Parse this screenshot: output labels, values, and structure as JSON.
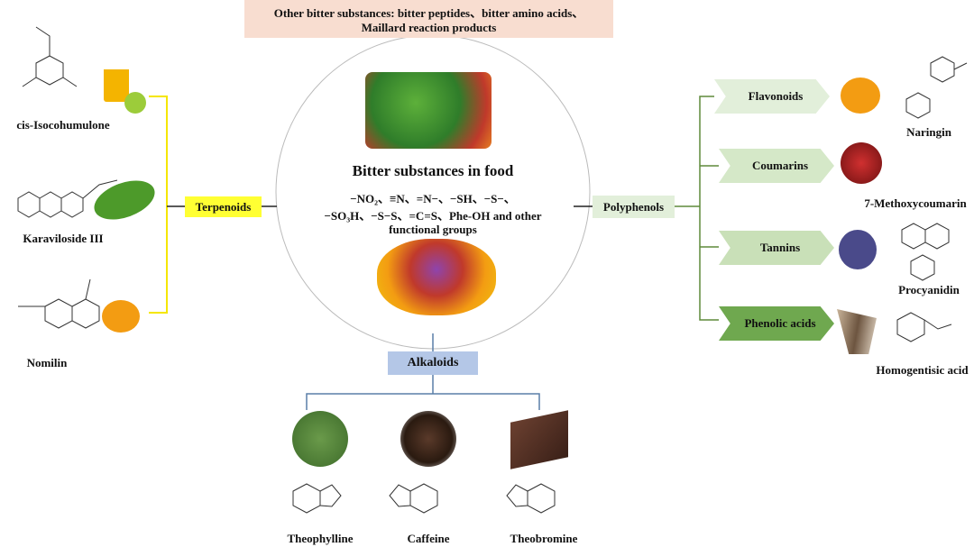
{
  "top_note": {
    "line1": "Other bitter substances: bitter peptides、bitter amino acids、",
    "line2": "Maillard reaction products"
  },
  "center": {
    "title": "Bitter substances in food",
    "groups_line1": "−NO₂、≡N、=N−、−SH、−S−、",
    "groups_line2": "−SO₃H、−S−S、=C=S、Phe-OH and other",
    "groups_line3": "functional groups"
  },
  "terpenoids": {
    "label": "Terpenoids",
    "compounds": [
      "cis-Isocohumulone",
      "Karaviloside III",
      "Nomilin"
    ]
  },
  "polyphenols": {
    "label": "Polyphenols",
    "classes": [
      {
        "label": "Flavonoids",
        "compound": "Naringin"
      },
      {
        "label": "Coumarins",
        "compound": "7-Methoxycoumarin"
      },
      {
        "label": "Tannins",
        "compound": "Procyanidin"
      },
      {
        "label": "Phenolic acids",
        "compound": "Homogentisic acid"
      }
    ]
  },
  "alkaloids": {
    "label": "Alkaloids",
    "compounds": [
      "Theophylline",
      "Caffeine",
      "Theobromine"
    ]
  },
  "colors": {
    "terpenoid": "#ffff33",
    "polyphenol": "#e2efda",
    "chevron": "#d5e8c8",
    "chevron_dark": "#6fa84f",
    "alkaloid": "#b4c7e7",
    "top": "#f8ddd0"
  }
}
